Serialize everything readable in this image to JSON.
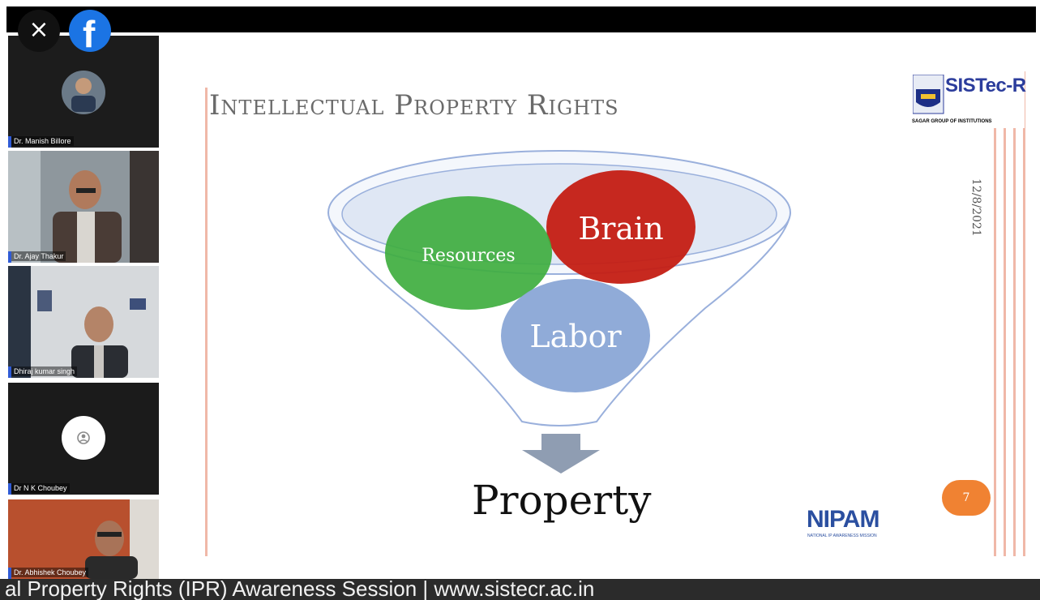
{
  "controls": {
    "close_icon": "×",
    "facebook_icon": "f"
  },
  "participants": [
    {
      "name": "Dr. Manish Billore"
    },
    {
      "name": "Dr. Ajay Thakur"
    },
    {
      "name": "Dhiraj kumar singh"
    },
    {
      "name": "Dr N K Choubey"
    },
    {
      "name": "Dr. Abhishek Choubey"
    }
  ],
  "slide": {
    "title": "Intellectual Property Rights",
    "funnel_items": [
      "Resources",
      "Brain",
      "Labor"
    ],
    "result": "Property",
    "date": "12/8/2021",
    "page_number": "7",
    "brand_logo": "SISTec-R",
    "brand_subtext": "SAGAR GROUP OF INSTITUTIONS",
    "partner_logo": "NIPAM",
    "partner_subtext": "NATIONAL IP AWARENESS MISSION"
  },
  "ticker": {
    "text": "al Property Rights (IPR) Awareness Session | www.sistecr.ac.in"
  },
  "colors": {
    "resources": "#3fae3f",
    "brain": "#c41d13",
    "labor": "#8aa7d6",
    "accent": "#f08232"
  }
}
